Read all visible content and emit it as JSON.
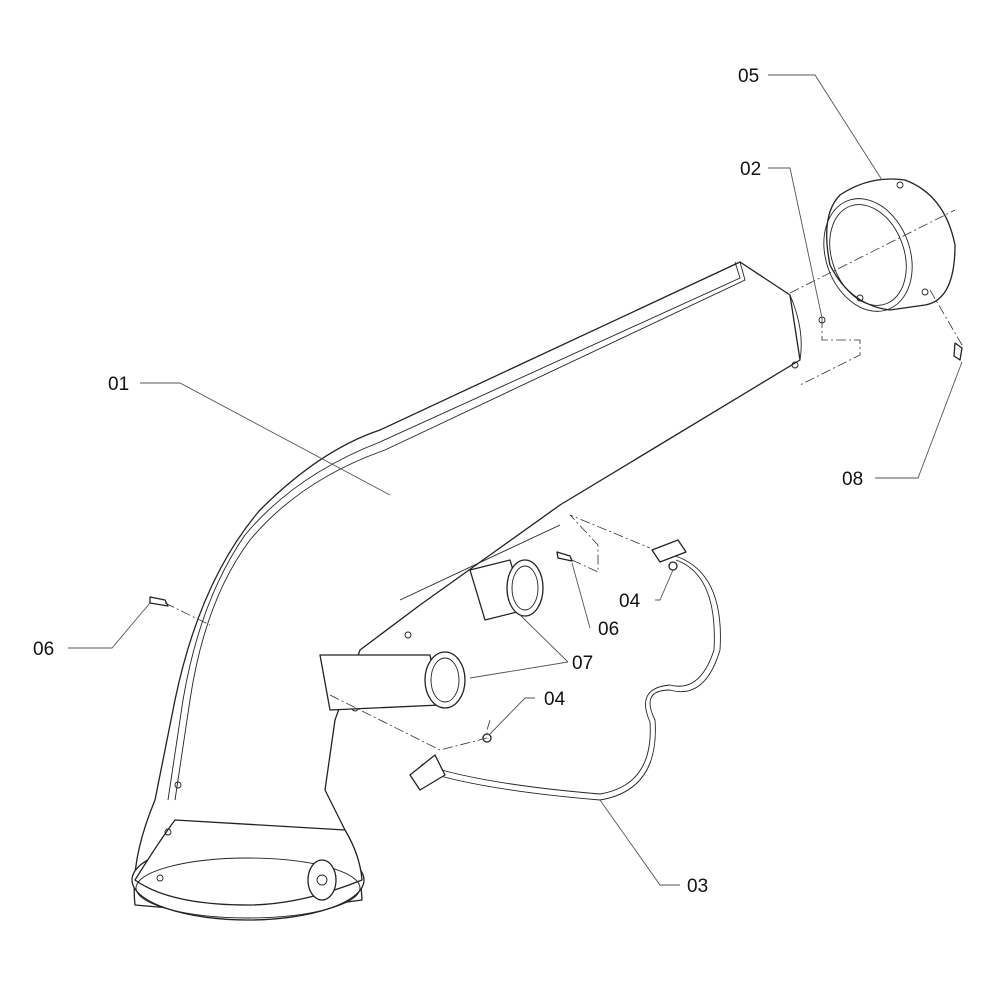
{
  "diagram": {
    "type": "exploded-parts-view",
    "callouts": [
      {
        "id": "05",
        "label": "05"
      },
      {
        "id": "02",
        "label": "02"
      },
      {
        "id": "01",
        "label": "01"
      },
      {
        "id": "08",
        "label": "08"
      },
      {
        "id": "04a",
        "label": "04"
      },
      {
        "id": "06a",
        "label": "06"
      },
      {
        "id": "06b",
        "label": "06"
      },
      {
        "id": "07",
        "label": "07"
      },
      {
        "id": "04b",
        "label": "04"
      },
      {
        "id": "03",
        "label": "03"
      }
    ],
    "colors": {
      "line": "#222222",
      "background": "#ffffff"
    }
  }
}
